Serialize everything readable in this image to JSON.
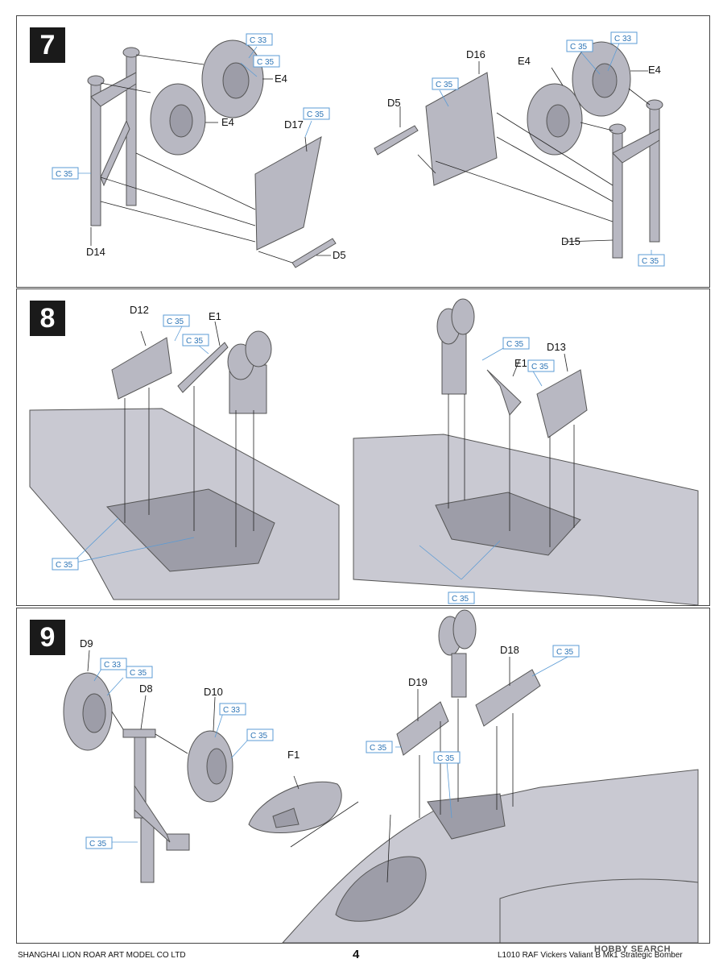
{
  "steps": [
    {
      "number": "7"
    },
    {
      "number": "8"
    },
    {
      "number": "9"
    }
  ],
  "step7": {
    "left": {
      "c33": "C 33",
      "c35_wheel": "C 35",
      "e4_a": "E4",
      "e4_b": "E4",
      "d17": "D17",
      "c35_d17": "C 35",
      "c35_leg": "C 35",
      "d14": "D14",
      "d5": "D5"
    },
    "right": {
      "d16": "D16",
      "c35_d16": "C 35",
      "d5": "D5",
      "e4_a": "E4",
      "c35_wheel": "C 35",
      "c33": "C 33",
      "e4_b": "E4",
      "d15": "D15",
      "c35_leg": "C 35"
    }
  },
  "step8": {
    "left": {
      "d12": "D12",
      "c35_d12": "C 35",
      "e1": "E1",
      "c35_e1": "C 35",
      "c35_bay": "C 35"
    },
    "right": {
      "c35_e1": "C 35",
      "e1": "E1",
      "d13": "D13",
      "c35_d13": "C 35",
      "c35_bay": "C 35"
    }
  },
  "step9": {
    "d9": "D9",
    "c33_d9": "C 33",
    "c35_d9": "C 35",
    "d8": "D8",
    "d10": "D10",
    "c33_d10": "C 33",
    "c35_d10": "C 35",
    "c35_leg": "C 35",
    "d19": "D19",
    "d18": "D18",
    "c35_d18": "C 35",
    "c35_d19": "C 35",
    "c35_bay": "C 35",
    "f1": "F1"
  },
  "footer": {
    "company": "SHANGHAI LION ROAR ART MODEL CO LTD",
    "page": "4",
    "product": "L1010 RAF Vickers Valiant B Mk1 Strategic Bomber",
    "watermark": "HOBBY SEARCH"
  },
  "colors": {
    "callout_blue": "#5b9bd5",
    "part_grey": "#b8b8c2",
    "step_badge": "#1a1a1a"
  }
}
